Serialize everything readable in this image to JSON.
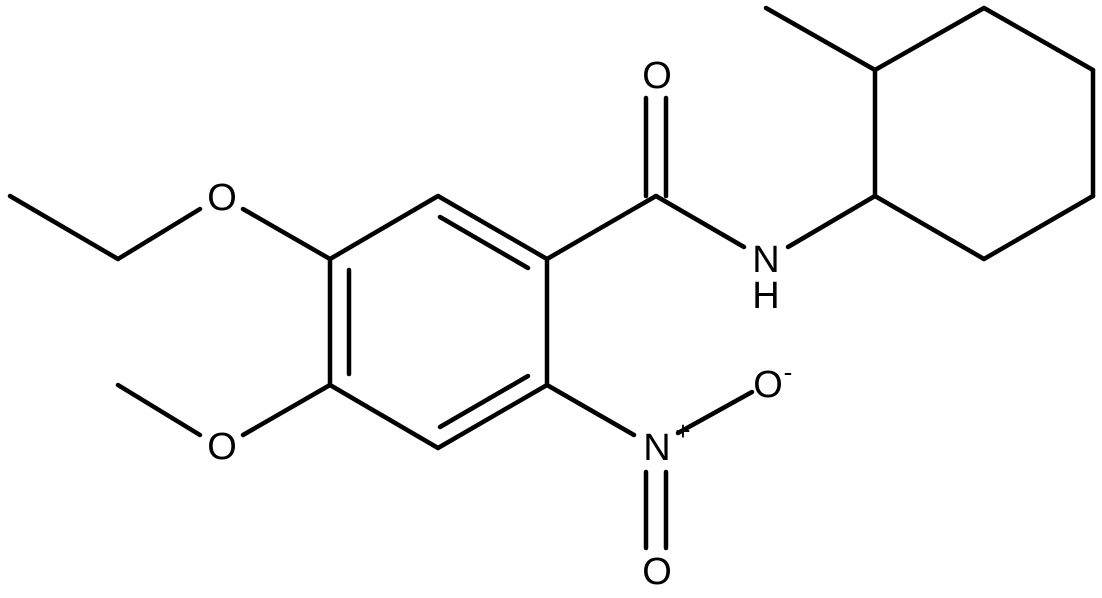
{
  "molecule": {
    "atoms": {
      "carbonyl_oxygen": "O",
      "amide_nitrogen": "N",
      "amide_hydrogen": "H",
      "ethoxy_oxygen": "O",
      "methoxy_oxygen": "O",
      "nitro_nitrogen": "N",
      "nitro_oxygen_single": "O",
      "nitro_oxygen_double": "O"
    },
    "charges": {
      "nitro_nitrogen": "+",
      "nitro_oxygen_single": "-"
    }
  }
}
